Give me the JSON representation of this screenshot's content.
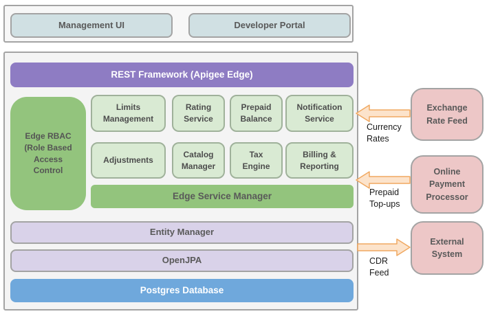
{
  "diagram": {
    "client_layer": {
      "management_ui": "Management UI",
      "developer_portal": "Developer Portal"
    },
    "platform": {
      "rest_framework": "REST Framework (Apigee Edge)",
      "rbac_lines": [
        "Edge RBAC",
        "(Role Based",
        "Access",
        "Control"
      ],
      "services_row1": [
        "Limits Management",
        "Rating Service",
        "Prepaid Balance",
        "Notification Service"
      ],
      "services_row2": [
        "Adjustments",
        "Catalog Manager",
        "Tax Engine",
        "Billing & Reporting"
      ],
      "edge_service_manager": "Edge Service Manager",
      "entity_manager": "Entity Manager",
      "openjpa": "OpenJPA",
      "postgres_database": "Postgres Database"
    },
    "external_systems": {
      "exchange_rate_feed": "Exchange Rate Feed",
      "online_payment_processor": "Online Payment Processor",
      "external_system": "External System"
    },
    "flows": {
      "currency_rates": "Currency Rates",
      "prepaid_topups": "Prepaid Top-ups",
      "cdr_feed": "CDR Feed"
    },
    "colors": {
      "client_box": "#d0e0e3",
      "rest_purple": "#8e7cc3",
      "service_light_green": "#d9ead3",
      "green": "#93c47d",
      "lavender": "#d9d2e9",
      "database_blue": "#6fa8dc",
      "external_pink": "#edc7c7",
      "arrow_fill": "#fce3cb",
      "arrow_stroke": "#f0a860",
      "panel_background": "#f4f4f4",
      "border_gray": "#a3a3a3"
    }
  }
}
